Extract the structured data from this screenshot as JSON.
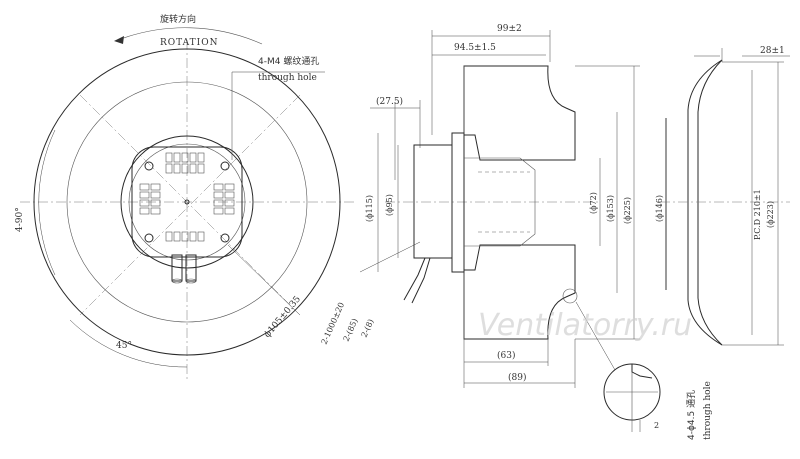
{
  "front_view": {
    "rotation_cn": "旋转方向",
    "rotation_en": "ROTATION",
    "thread_hole_cn": "4-M4 螺纹通孔",
    "thread_hole_en": "through hole",
    "angle_90": "4-90°",
    "angle_45": "45°",
    "bolt_circle": "ϕ105±0.35"
  },
  "side_view": {
    "overall_depth": "99±2",
    "motor_depth": "94.5±1.5",
    "flange_offset": "(27.5)",
    "dia_115": "(ϕ115)",
    "dia_95": "(ϕ95)",
    "dia_72": "(ϕ72)",
    "dia_153": "(ϕ153)",
    "dia_225": "(ϕ225)",
    "dim_63": "(63)",
    "dim_89": "(89)",
    "cable_main": "2-1000±20",
    "cable_85": "2-(85)",
    "cable_8": "2-(8)"
  },
  "detail": {
    "hole_cn": "4-ϕ4.5 通孔",
    "hole_en": "through hole",
    "dim_2": "2"
  },
  "ring_view": {
    "depth": "28±1",
    "dia_146": "(ϕ146)",
    "pcd": "P.C.D 210±1",
    "dia_223": "(ϕ223)"
  },
  "watermark": "Ventilatorry.ru"
}
